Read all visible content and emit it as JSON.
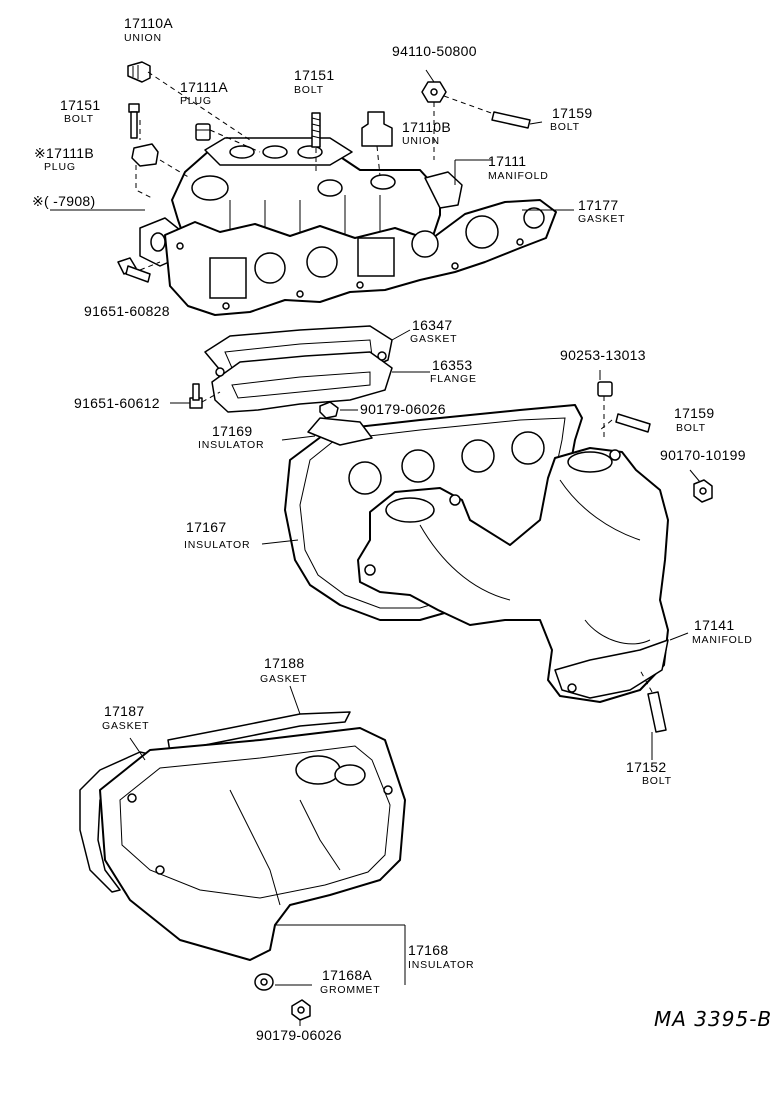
{
  "callouts": {
    "p17110A": {
      "number": "17110A",
      "name": "UNION"
    },
    "p17111A": {
      "number": "17111A",
      "name": "PLUG"
    },
    "p17151a": {
      "number": "17151",
      "name": "BOLT"
    },
    "p17151b": {
      "number": "17151",
      "name": "BOLT"
    },
    "p17111B": {
      "number": "※17111B",
      "name": "PLUG"
    },
    "p7908": {
      "number": "※(      -7908)"
    },
    "p94110": {
      "number": "94110-50800"
    },
    "p17110B": {
      "number": "17110B",
      "name": "UNION"
    },
    "p17159a": {
      "number": "17159",
      "name": "BOLT"
    },
    "p17111": {
      "number": "17111",
      "name": "MANIFOLD"
    },
    "p17177": {
      "number": "17177",
      "name": "GASKET"
    },
    "p91651a": {
      "number": "91651-60828"
    },
    "p16347": {
      "number": "16347",
      "name": "GASKET"
    },
    "p16353": {
      "number": "16353",
      "name": "FLANGE"
    },
    "p90253": {
      "number": "90253-13013"
    },
    "p91651b": {
      "number": "91651-60612"
    },
    "p90179a": {
      "number": "90179-06026"
    },
    "p17159b": {
      "number": "17159",
      "name": "BOLT"
    },
    "p17169": {
      "number": "17169",
      "name": "INSULATOR"
    },
    "p90170": {
      "number": "90170-10199"
    },
    "p17167": {
      "number": "17167",
      "name": "INSULATOR"
    },
    "p17141": {
      "number": "17141",
      "name": "MANIFOLD"
    },
    "p17188": {
      "number": "17188",
      "name": "GASKET"
    },
    "p17187": {
      "number": "17187",
      "name": "GASKET"
    },
    "p17152": {
      "number": "17152",
      "name": "BOLT"
    },
    "p17168": {
      "number": "17168",
      "name": "INSULATOR"
    },
    "p17168A": {
      "number": "17168A",
      "name": "GROMMET"
    },
    "p90179b": {
      "number": "90179-06026"
    }
  },
  "drawing_ref": "MA 3395-B"
}
